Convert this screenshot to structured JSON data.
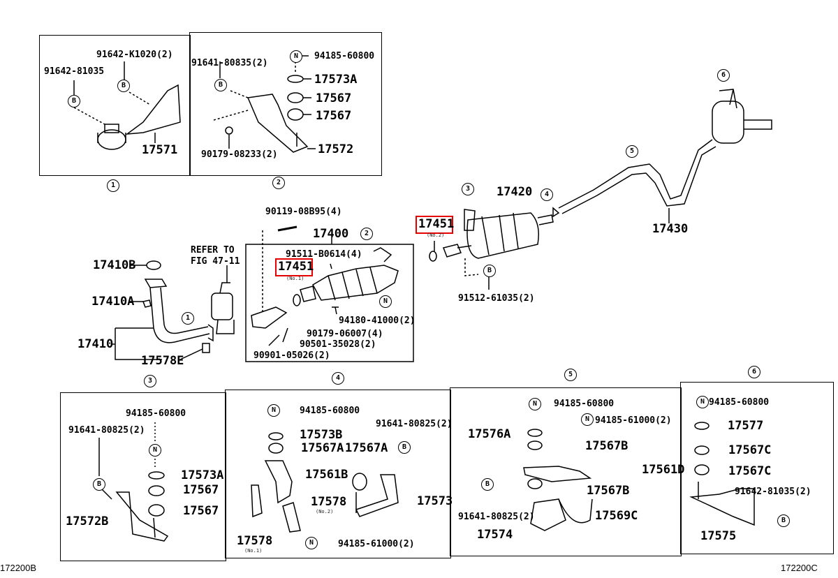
{
  "title": "Exhaust pipe & muffler parts diagram",
  "accent_color": "#e60000",
  "figure_codes": {
    "left": "172200B",
    "right": "172200C"
  },
  "markers": {
    "bolt": "B",
    "nut": "N"
  },
  "panels": {
    "p1": {
      "number": "1",
      "labels": [
        "91642-K1020(2)",
        "91642-81035",
        "17571"
      ]
    },
    "p2": {
      "number": "2",
      "labels": [
        "91641-80835(2)",
        "94185-60800",
        "17573A",
        "17567",
        "17567",
        "90179-08233(2)",
        "17572"
      ]
    },
    "p3": {
      "number": "3",
      "labels": [
        "94185-60800",
        "91641-80825(2)",
        "17573A",
        "17567",
        "17567",
        "17572B"
      ]
    },
    "p4": {
      "number": "4",
      "labels": [
        "94185-60800",
        "17573B",
        "17567A",
        "17567A",
        "91641-80825(2)",
        "17561B",
        "17578",
        "(No.2)",
        "17573",
        "17578",
        "(No.1)",
        "94185-61000(2)"
      ]
    },
    "p5": {
      "number": "5",
      "labels": [
        "94185-60800",
        "94185-61000(2)",
        "17576A",
        "17567B",
        "17561D",
        "17567B",
        "91641-80825(2)",
        "17569C",
        "17574"
      ]
    },
    "p6": {
      "number": "6",
      "labels": [
        "94185-60800",
        "17577",
        "17567C",
        "17567C",
        "91642-81035(2)",
        "17575"
      ]
    }
  },
  "main": {
    "front_pipe": {
      "labels": [
        "17410B",
        "17410A",
        "17410",
        "17578E"
      ],
      "refer": [
        "REFER TO",
        "FIG 47-11"
      ],
      "callout": "1"
    },
    "converter": {
      "labels": [
        "90119-08B95(4)",
        "17400",
        "91511-B0614(4)",
        "17451",
        "(No.1)",
        "94180-41000(2)",
        "90179-06007(4)",
        "90501-35028(2)",
        "90901-05026(2)"
      ],
      "callout": "2"
    },
    "muffler": {
      "labels": [
        "17420",
        "17451",
        "(No.2)",
        "91512-61035(2)",
        "17430"
      ],
      "callouts": [
        "3",
        "4",
        "5",
        "6"
      ]
    }
  },
  "highlighted_part": "17451"
}
